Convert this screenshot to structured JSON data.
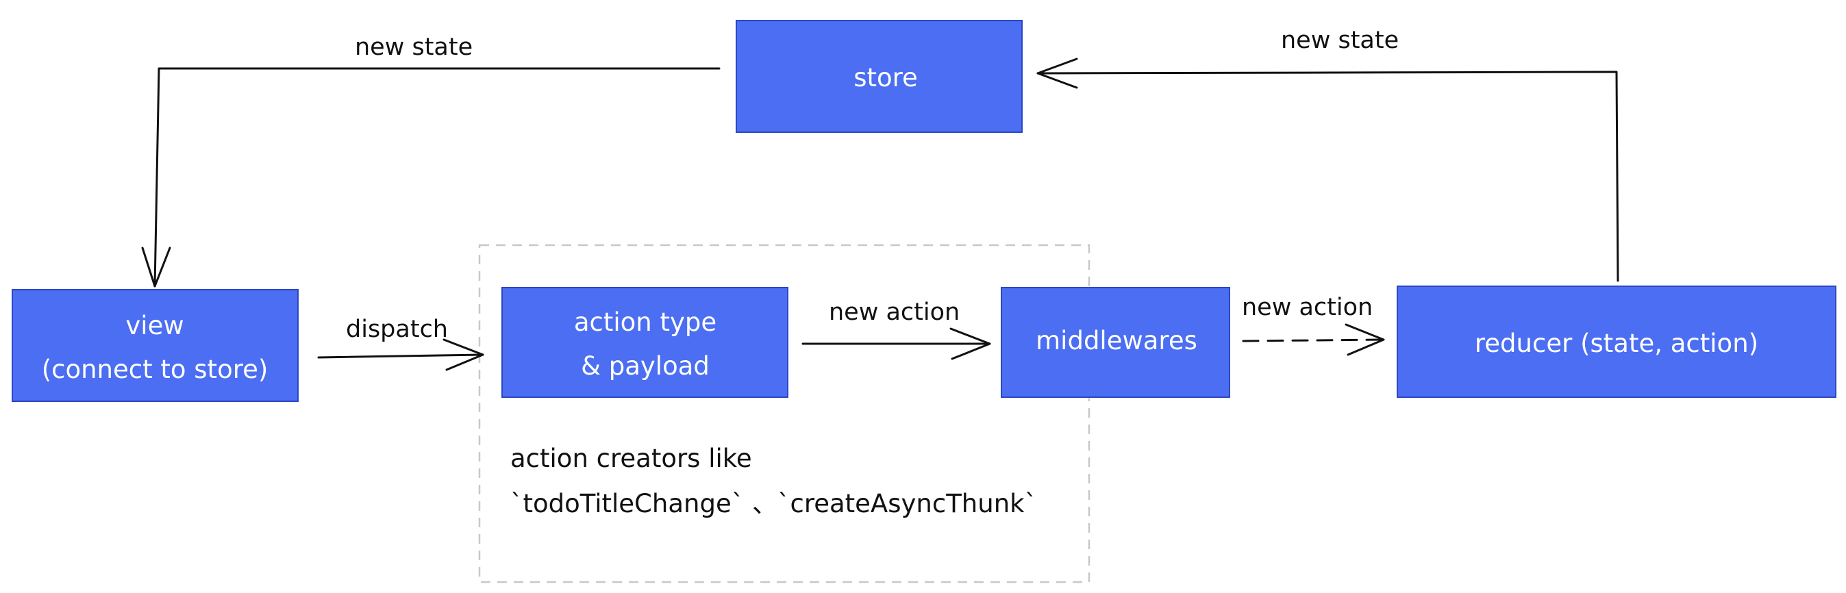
{
  "nodes": {
    "store": {
      "label": "store"
    },
    "view": {
      "line1": "view",
      "line2": "(connect to store)"
    },
    "action": {
      "line1": "action type",
      "line2": "& payload"
    },
    "middlewares": {
      "label": "middlewares"
    },
    "reducer": {
      "label": "reducer (state, action)"
    }
  },
  "edges": {
    "store_to_view": "new state",
    "view_to_action": "dispatch",
    "action_to_middlewares": "new action",
    "middlewares_to_reducer": "new action",
    "reducer_to_store": "new state"
  },
  "group": {
    "note_line1": "action creators like",
    "note_line2": "`todoTitleChange` 、`createAsyncThunk`"
  },
  "colors": {
    "box_fill": "#4b6ef2",
    "box_border": "#2c46c4",
    "group_border": "#c8c8c8"
  }
}
